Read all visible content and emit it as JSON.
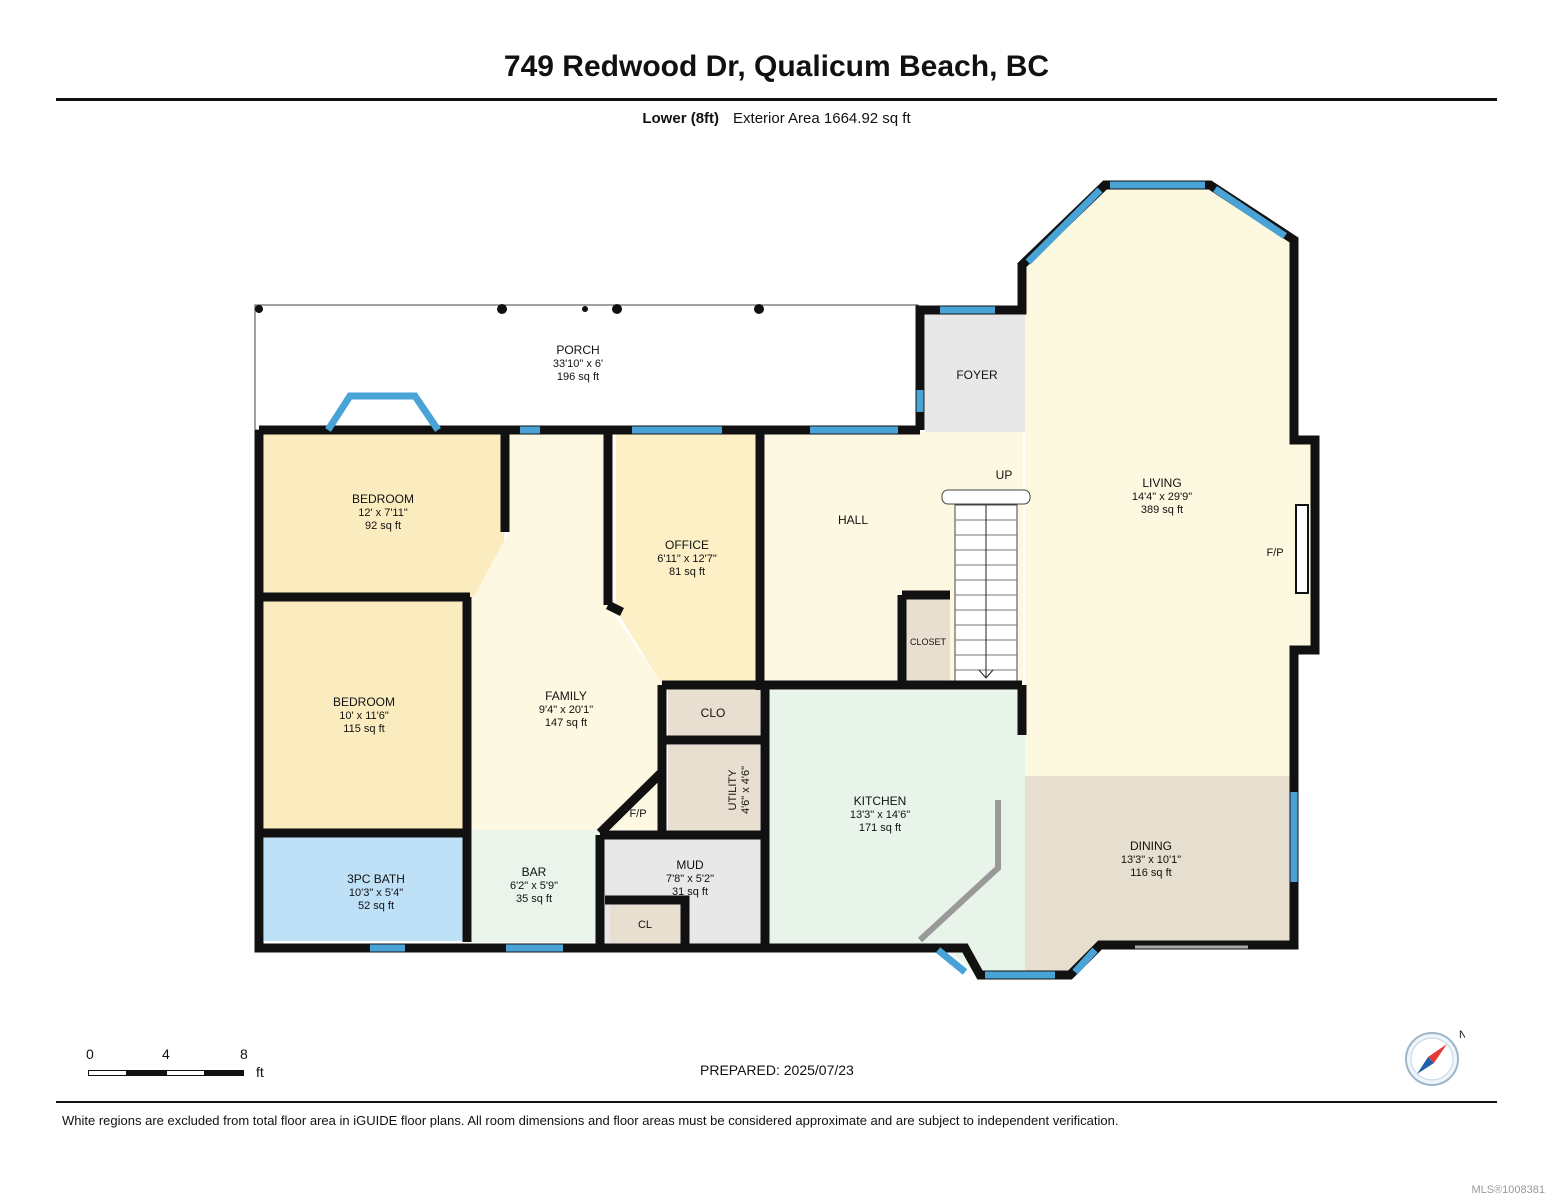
{
  "header": {
    "title": "749 Redwood Dr, Qualicum Beach, BC",
    "level_label": "Lower (8ft)",
    "exterior_area": "Exterior Area 1664.92 sq ft"
  },
  "rooms": {
    "porch": {
      "name": "PORCH",
      "dim": "33'10\" x 6'",
      "area": "196 sq ft"
    },
    "foyer": {
      "name": "FOYER"
    },
    "bedroom1": {
      "name": "BEDROOM",
      "dim": "12' x 7'11\"",
      "area": "92 sq ft"
    },
    "office": {
      "name": "OFFICE",
      "dim": "6'11\" x 12'7\"",
      "area": "81 sq ft"
    },
    "hall": {
      "name": "HALL"
    },
    "up": {
      "name": "UP"
    },
    "living": {
      "name": "LIVING",
      "dim": "14'4\" x 29'9\"",
      "area": "389 sq ft"
    },
    "fp_living": {
      "name": "F/P"
    },
    "closet": {
      "name": "CLOSET"
    },
    "bedroom2": {
      "name": "BEDROOM",
      "dim": "10' x 11'6\"",
      "area": "115 sq ft"
    },
    "family": {
      "name": "FAMILY",
      "dim": "9'4\" x 20'1\"",
      "area": "147 sq ft"
    },
    "clo": {
      "name": "CLO"
    },
    "utility": {
      "name": "UTILITY",
      "dim": "4'6\" x 4'6\""
    },
    "kitchen": {
      "name": "KITCHEN",
      "dim": "13'3\" x 14'6\"",
      "area": "171 sq ft"
    },
    "dining": {
      "name": "DINING",
      "dim": "13'3\" x 10'1\"",
      "area": "116 sq ft"
    },
    "fp_family": {
      "name": "F/P"
    },
    "bath": {
      "name": "3PC BATH",
      "dim": "10'3\" x 5'4\"",
      "area": "52 sq ft"
    },
    "bar": {
      "name": "BAR",
      "dim": "6'2\" x 5'9\"",
      "area": "35 sq ft"
    },
    "mud": {
      "name": "MUD",
      "dim": "7'8\" x 5'2\"",
      "area": "31 sq ft"
    },
    "cl": {
      "name": "CL"
    }
  },
  "scale": {
    "labels": [
      "0",
      "4",
      "8"
    ],
    "unit": "ft"
  },
  "compass": {
    "label": "N"
  },
  "footer": {
    "prepared": "PREPARED: 2025/07/23",
    "disclaimer": "White regions are excluded from total floor area in iGUIDE floor plans. All room dimensions and floor areas must be considered approximate and are subject to independent verification.",
    "mls": "MLS®1008381"
  },
  "colors": {
    "wall": "#111111",
    "window": "#4aa3d6",
    "bedroom": "#fbecc0",
    "office": "#fdf0c6",
    "family": "#fdf8e2",
    "living": "#fdf8e0",
    "kitchen": "#e8f4ea",
    "dining": "#e6dece",
    "bath": "#bfe1f7",
    "bar": "#eaf4ea",
    "grey_room": "#e8e8e8",
    "utility": "#e9dfd1"
  }
}
